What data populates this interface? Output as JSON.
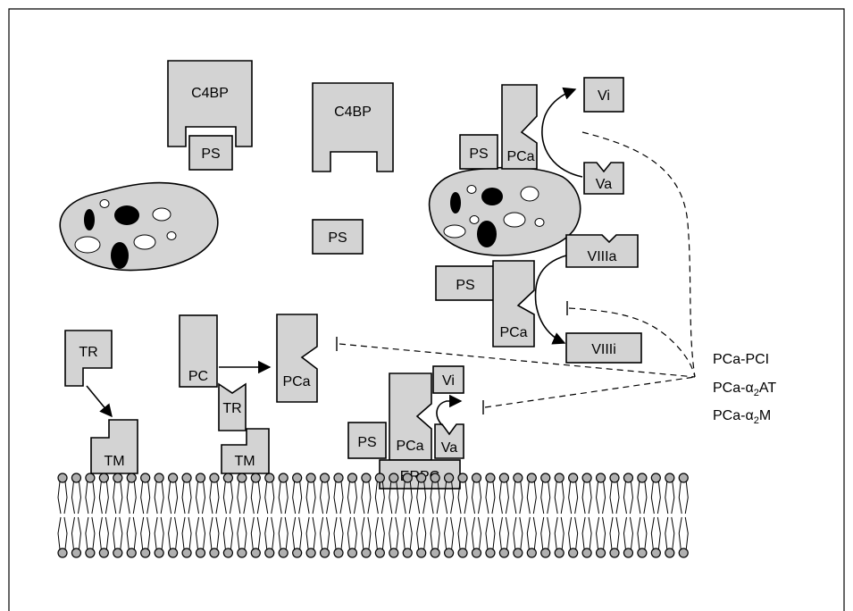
{
  "labels": {
    "c4bp": "C4BP",
    "ps": "PS",
    "pca": "PCa",
    "pc": "PC",
    "tr": "TR",
    "tm": "TM",
    "vi": "Vi",
    "va": "Va",
    "viiia": "VIIIa",
    "viiii": "VIIIi",
    "erpc": "ERPC"
  },
  "inhibitors": {
    "pci": "PCa-PCI",
    "a2at_prefix": "PCa-",
    "a2at_greek": "α",
    "a2at_sub": "2",
    "a2at_suffix": "AT",
    "a2m_prefix": "PCa-",
    "a2m_greek": "α",
    "a2m_sub": "2",
    "a2m_suffix": "M"
  },
  "colors": {
    "shape_fill": "#d3d3d3",
    "stroke": "#000000",
    "cell_hole_light": "#ffffff",
    "cell_hole_dark": "#000000"
  }
}
